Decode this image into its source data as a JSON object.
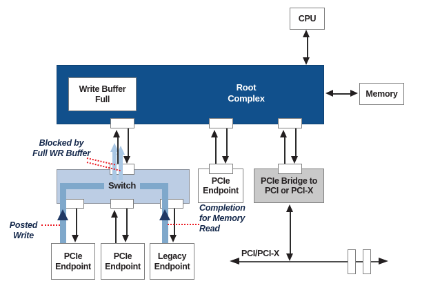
{
  "boxes": {
    "cpu": {
      "label": "CPU"
    },
    "memory": {
      "label": "Memory"
    },
    "root_complex": {
      "line1": "Root",
      "line2": "Complex"
    },
    "write_buffer": {
      "line1": "Write Buffer",
      "line2": "Full"
    },
    "switch": {
      "label": "Switch"
    },
    "pcie_endpoint_a": {
      "line1": "PCIe",
      "line2": "Endpoint"
    },
    "pcie_endpoint_b": {
      "line1": "PCIe",
      "line2": "Endpoint"
    },
    "legacy_endpoint": {
      "line1": "Legacy",
      "line2": "Endpoint"
    },
    "pcie_endpoint_right": {
      "line1": "PCIe",
      "line2": "Endpoint"
    },
    "pci_bridge": {
      "line1": "PCIe Bridge to",
      "line2": "PCI or PCI-X"
    }
  },
  "annotations": {
    "blocked_line1": "Blocked by",
    "blocked_line2": "Full WR Buffer",
    "posted_line1": "Posted",
    "posted_line2": "Write",
    "completion_line1": "Completion",
    "completion_line2": "for Memory",
    "completion_line3": "Read",
    "bus_label": "PCI/PCI-X"
  },
  "colors": {
    "root_complex_fill": "#11508c",
    "switch_fill": "#bccde4",
    "bridge_fill": "#c9c9c9",
    "traffic_path_blue": "#7fa8cb",
    "blocked_arrow_blue": "#a9c7e4",
    "navy_arrowhead": "#1f3864",
    "annotation_red": "#ec1c24",
    "annotation_text": "#14284b",
    "connector_black": "#2b2b2b",
    "box_border_gray": "#7f7f7f"
  }
}
